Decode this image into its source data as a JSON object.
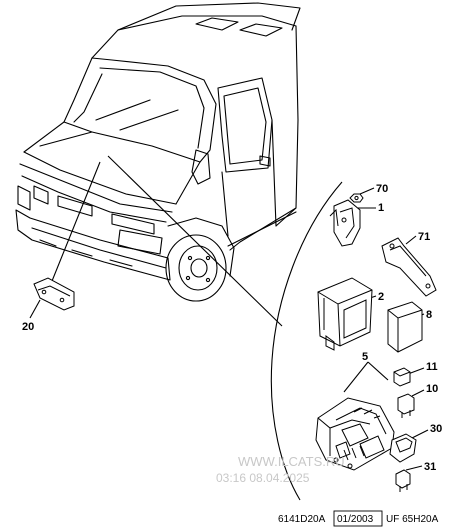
{
  "callouts": {
    "c70": "70",
    "c1": "1",
    "c71": "71",
    "c2": "2",
    "c8": "8",
    "c5": "5",
    "c11": "11",
    "c10": "10",
    "c30": "30",
    "c31": "31",
    "c20": "20"
  },
  "watermark": {
    "site": "WWW.ILCATS.RU",
    "stamp": "03:16 08.04.2025"
  },
  "footer": {
    "drawing_code": "6141D20A",
    "date_code": "01/2003",
    "ref_code": "UF 65H20A"
  }
}
